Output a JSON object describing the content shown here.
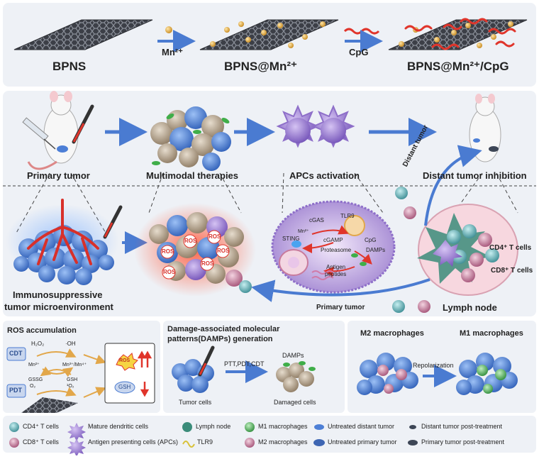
{
  "synthesis": {
    "step1": "BPNS",
    "arrow1": "Mn²⁺",
    "step2": "BPNS@Mn²⁺",
    "arrow2": "CpG",
    "step3": "BPNS@Mn²⁺/CpG"
  },
  "workflow": {
    "primary_tumor": "Primary tumor",
    "multimodal": "Multimodal therapies",
    "apcs": "APCs activation",
    "distant_inhibition": "Distant tumor inhibition",
    "distant_tumor_arrow": "Distant tumor",
    "primary_tumor_arrow": "Primary tumor"
  },
  "middle": {
    "immuno_line1": "Immunosuppressive",
    "immuno_line2": "tumor microenvironment",
    "ros": "ROS",
    "lymph_node": "Lymph node",
    "cd4": "CD4⁺ T cells",
    "cd8": "CD8⁺ T cells",
    "apc_cell": {
      "cgas": "cGAS",
      "tlr9": "TLR9",
      "mn": "Mn²⁺",
      "cgamp": "cGAMP",
      "cpg": "CpG",
      "sting": "STING",
      "proteasome": "Proteasome",
      "damps": "DAMPs",
      "antigen": "Antigen",
      "peptides": "peptides"
    }
  },
  "ros_panel": {
    "title": "ROS accumulation",
    "cdt": "CDT",
    "pdt": "PDT",
    "h2o2": "H₂O₂",
    "oh": "·OH",
    "mn2": "Mn²⁺",
    "mn34": "Mn³⁺/Mn⁴⁺",
    "gssg": "GSSG",
    "o2": "O₂",
    "gsh": "GSH",
    "singlet": "¹O₂",
    "ros": "ROS",
    "gsh_box": "GSH"
  },
  "damps_panel": {
    "title1": "Damage-associated molecular",
    "title2": "patterns(DAMPs) generation",
    "therapies": "PTT,PDT,CDT",
    "damps": "DAMPs",
    "tumor_cells": "Tumor cells",
    "damaged_cells": "Damaged cells"
  },
  "macro_panel": {
    "m2": "M2 macrophages",
    "m1": "M1 macrophages",
    "repolarization": "Repolarization"
  },
  "legend": {
    "cd4": "CD4⁺ T cells",
    "cd8": "CD8⁺ T cells",
    "mature_dc": "Mature dendritic cells",
    "apc": "Antigen presenting cells (APCs)",
    "lymph": "Lymph node",
    "tlr9": "TLR9",
    "m1": "M1 macrophages",
    "m2": "M2 macrophages",
    "untreated_distant": "Untreated distant tumor",
    "untreated_primary": "Untreated primary tumor",
    "distant_post": "Distant tumor post-treatment",
    "primary_post": "Primary tumor post-treatment"
  },
  "colors": {
    "panel_bg": "#eef1f6",
    "blue_arrow": "#4a7bd1",
    "tumor_blue": "#4d7fd6",
    "tumor_tan": "#b7a48c",
    "red": "#e0352b",
    "purple": "#8e6fc9",
    "green": "#3fae49",
    "teal": "#4aa3a8",
    "pink": "#c97b9c"
  }
}
